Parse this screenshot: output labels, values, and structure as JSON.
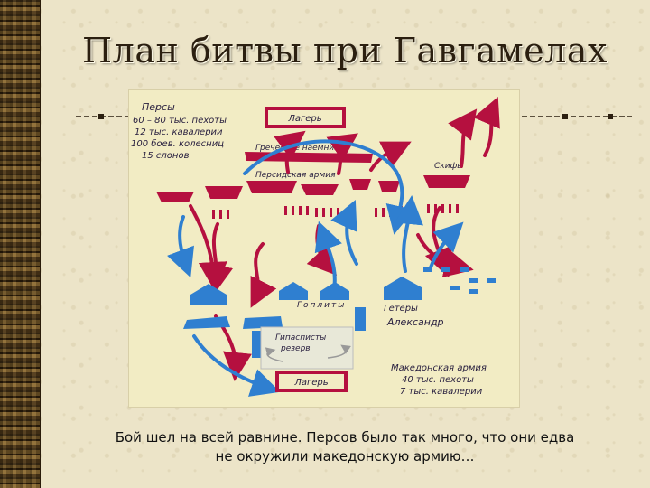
{
  "slide": {
    "title": "План битвы при Гавгамелах",
    "caption_line1": "Бой шел на всей равнине. Персов было так много, что они едва",
    "caption_line2": "не окружили македонскую армию…"
  },
  "diagram": {
    "persian_forces": [
      "Персы",
      "60 – 80 тыс. пехоты",
      "12 тыс. кавалерии",
      "100 боев. колесниц",
      "15 слонов"
    ],
    "persian_camp": "Лагерь",
    "greek_mercenaries": "Греческие наемники",
    "persian_army": "Персидская армия",
    "scythians": "Скифы",
    "hoplites": "Гоплиты",
    "hetairoi": "Гетеры",
    "alexander": "Александр",
    "hypaspists": [
      "Гипасписты",
      "резерв"
    ],
    "macedonian_camp": "Лагерь",
    "macedonian_army": [
      "Македонская армия",
      "40 тыс. пехоты",
      "7 тыс. кавалерии"
    ],
    "colors": {
      "persian": "#b5103f",
      "macedonian": "#2f7fd0",
      "camp_border": "#b5103f",
      "background": "#f2ecc4"
    }
  }
}
